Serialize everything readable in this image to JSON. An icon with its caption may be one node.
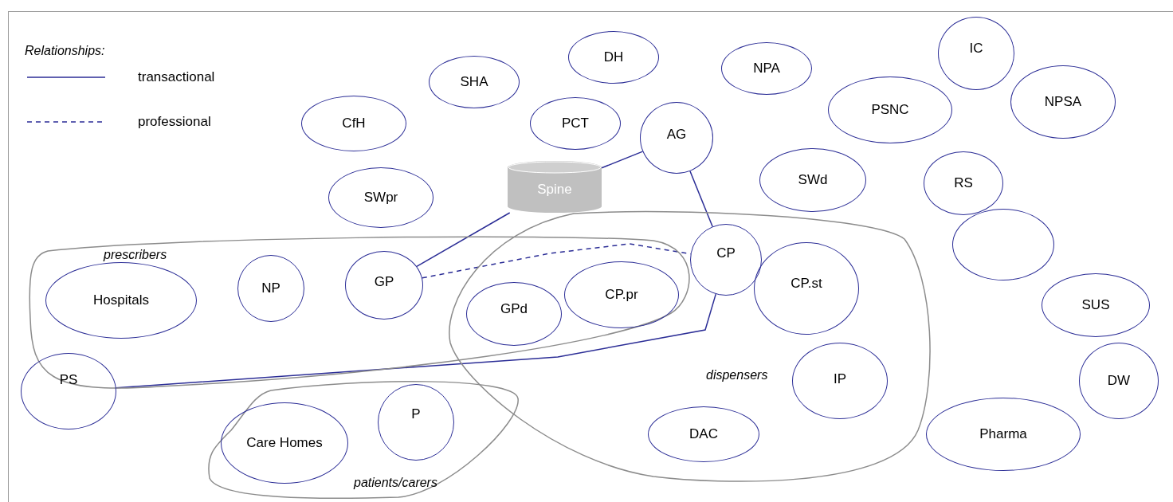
{
  "diagram": {
    "nodes": [
      {
        "text": [
          "DH"
        ]
      },
      {
        "text": [
          "SHA"
        ]
      },
      {
        "text": [
          "NPA"
        ]
      },
      {
        "text": [
          "IC"
        ]
      },
      {
        "text": [
          "PSNC"
        ]
      },
      {
        "text": [
          "NPSA"
        ]
      },
      {
        "text": [
          "CfH"
        ]
      },
      {
        "text": [
          "PCT"
        ]
      },
      {
        "text": [
          "AG"
        ]
      },
      {
        "text": [
          "Spine"
        ]
      },
      {
        "text": [
          "SWd"
        ]
      },
      {
        "text": [
          "RS"
        ]
      },
      {
        "text": [
          "SWpr"
        ]
      },
      {
        "text": [
          "prescribers"
        ]
      },
      {
        "text": [
          "dispensers"
        ]
      },
      {
        "text": [],
        "shape": "circle"
      },
      {
        "text": [
          "CP"
        ],
        "in": 14
      },
      {
        "text": [
          "Hospitals"
        ],
        "in": 13
      },
      {
        "text": [
          "NP"
        ],
        "in": 13
      },
      {
        "text": [
          "GP"
        ],
        "in": 13
      },
      {
        "text": [
          "GPd"
        ]
      },
      {
        "text": [
          "CP.pr"
        ]
      },
      {
        "text": [
          "CP.st"
        ],
        "in": 14
      },
      {
        "text": [
          "SUS"
        ]
      },
      {
        "text": [
          "IP"
        ],
        "in": 14
      },
      {
        "text": [
          "DW"
        ]
      },
      {
        "text": [
          "PS"
        ]
      },
      {
        "text": [
          "patients/carers"
        ]
      },
      {
        "text": [
          "P"
        ],
        "in": 27
      },
      {
        "text": [
          "Care Homes"
        ],
        "in": 27
      },
      {
        "text": [
          "DAC"
        ],
        "in": 14
      },
      {
        "text": [
          "Pharma"
        ]
      }
    ],
    "edges": [
      {
        "from": 19,
        "to": 9,
        "arrow": "none"
      },
      {
        "from": 9,
        "to": 8,
        "arrow": "none"
      },
      {
        "from": 8,
        "to": 16,
        "arrow": "none"
      },
      {
        "from": 19,
        "to": 16,
        "arrow": "none",
        "style": "dashed"
      },
      {
        "from": 26,
        "to": 16,
        "arrow": "none"
      }
    ],
    "labels": [
      "Relationships:"
    ],
    "legend": [
      {
        "text": "transactional"
      },
      {
        "text": "professional"
      }
    ]
  }
}
